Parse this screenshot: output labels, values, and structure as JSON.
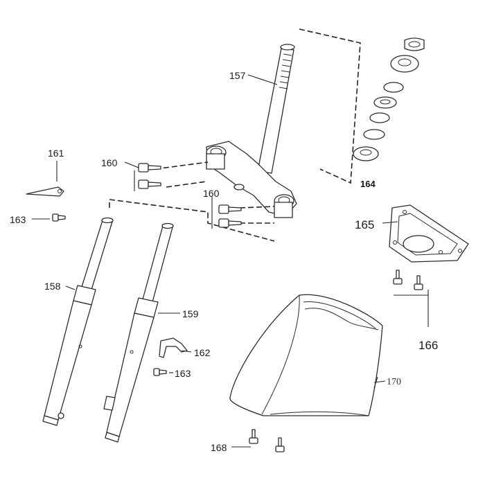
{
  "callouts": {
    "c157": "157",
    "c160a": "160",
    "c160b": "160",
    "c161": "161",
    "c163a": "163",
    "c163b": "163",
    "c158": "158",
    "c159": "159",
    "c162": "162",
    "c164": "164",
    "c165": "165",
    "c166": "166",
    "c168": "168",
    "c170": "170"
  },
  "colors": {
    "line": "#2a2a2a",
    "background": "#ffffff"
  }
}
